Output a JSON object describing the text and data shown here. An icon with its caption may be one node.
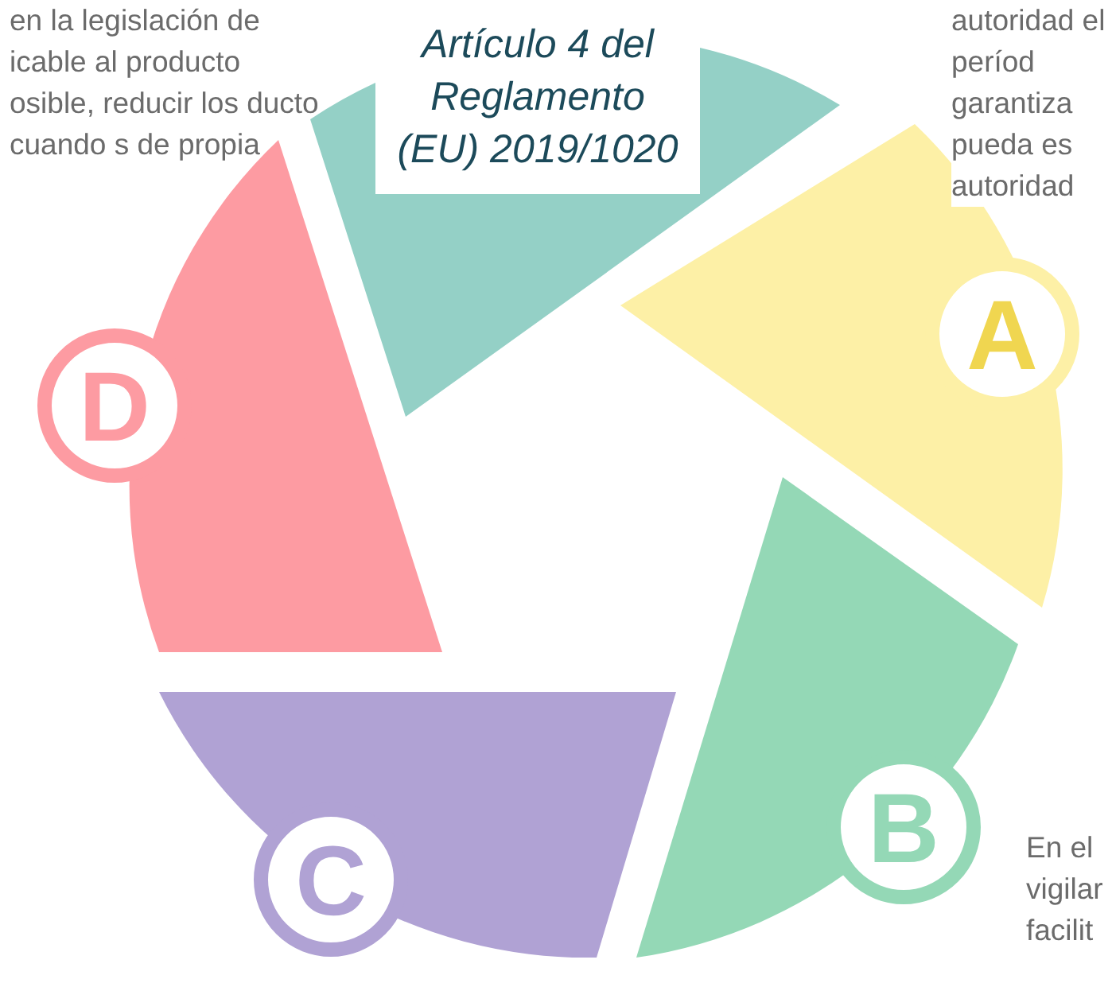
{
  "diagram": {
    "nodes": [
      {
        "text": [
          "Artículo 4 del Reglamento (EU) 2019/1020"
        ]
      },
      {
        "text": [],
        "shape": "wedge"
      },
      {
        "text": [
          "A"
        ],
        "beside": [
          "autoridad el períod garantiza pueda es autoridad"
        ]
      },
      {
        "text": [
          "B"
        ],
        "beside": [
          "En el vigilar facilit"
        ]
      },
      {
        "text": [
          "C"
        ]
      },
      {
        "text": [
          "D"
        ],
        "beside": [
          "en la legislación de icable al producto osible, reducir los ducto cuando s de propia"
        ]
      }
    ],
    "edges": []
  }
}
